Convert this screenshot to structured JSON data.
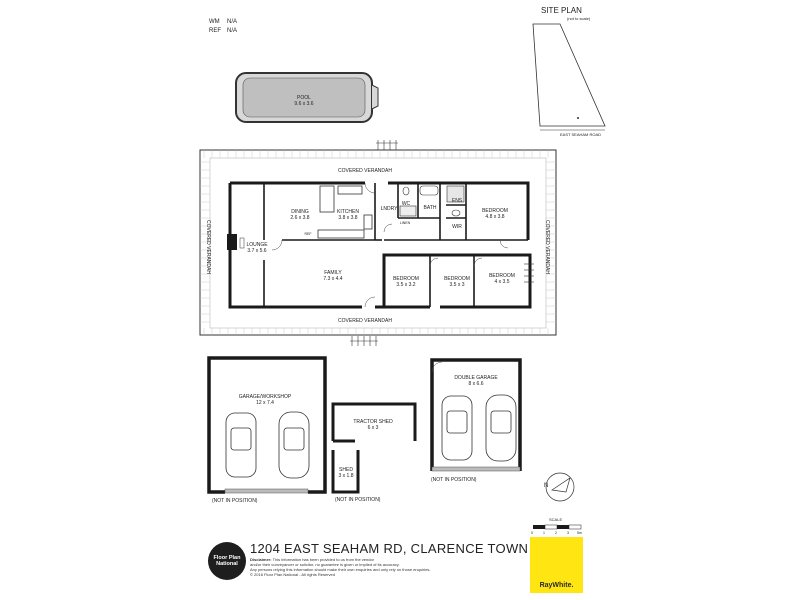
{
  "header": {
    "wm_label": "WM",
    "wm_value": "N/A",
    "ref_label": "REF",
    "ref_value": "N/A"
  },
  "site_plan": {
    "title": "SITE PLAN",
    "subtitle": "(not to scale)",
    "road": "EAST SEAHAM ROAD"
  },
  "pool": {
    "name": "POOL",
    "dims": "9.6 x 3.6"
  },
  "rooms": {
    "verandah_top": "COVERED VERANDAH",
    "verandah_bottom": "COVERED VERANDAH",
    "verandah_left": "COVERED VERANDAH",
    "verandah_right": "COVERED VERANDAH",
    "dining": {
      "name": "DINING",
      "dims": "2.6 x 3.8"
    },
    "kitchen": {
      "name": "KITCHEN",
      "dims": "3.8 x 3.8"
    },
    "lndry": "LNDRY",
    "wc": "WC",
    "bath": "BATH",
    "ens": "ENS",
    "wir": "WIR",
    "linen": "LINEN",
    "ref": "REF",
    "lounge": {
      "name": "LOUNGE",
      "dims": "3.7 x 5.6"
    },
    "family": {
      "name": "FAMILY",
      "dims": "7.3 x 4.4"
    },
    "bed1": {
      "name": "BEDROOM",
      "dims": "4.8 x 3.8"
    },
    "bed2": {
      "name": "BEDROOM",
      "dims": "3.5 x 3.2"
    },
    "bed3": {
      "name": "BEDROOM",
      "dims": "3.5 x 3"
    },
    "bed4": {
      "name": "BEDROOM",
      "dims": "4 x 3.5"
    }
  },
  "outbuildings": {
    "garage_workshop": {
      "name": "GARAGE/WORKSHOP",
      "dims": "12 x 7.4"
    },
    "tractor_shed": {
      "name": "TRACTOR SHED",
      "dims": "6 x 3"
    },
    "shed": {
      "name": "SHED",
      "dims": "3 x 1.8"
    },
    "double_garage": {
      "name": "DOUBLE GARAGE",
      "dims": "8 x 6.6"
    },
    "not_in_position": "(NOT IN POSITION)"
  },
  "footer": {
    "address": "1204 EAST SEAHAM RD, CLARENCE TOWN",
    "disclaimer_title": "Disclaimer:",
    "disclaimer_1": "This information has been provided to us from the vendor",
    "disclaimer_2": "and/or their conveyancer or solicitor, no guarantee is given or implied of its accuracy.",
    "disclaimer_3": "Any persons relying this information should make their own enquiries and only rely on those enquiries.",
    "copyright": "© 2016 Floor Plan National - All rights Reserved",
    "logo_text": "Floor Plan National",
    "agency": "RayWhite.",
    "scale_title": "SCALE",
    "scale_marks": [
      "0",
      "1",
      "2",
      "3",
      "4",
      "5m"
    ],
    "north": "N"
  }
}
